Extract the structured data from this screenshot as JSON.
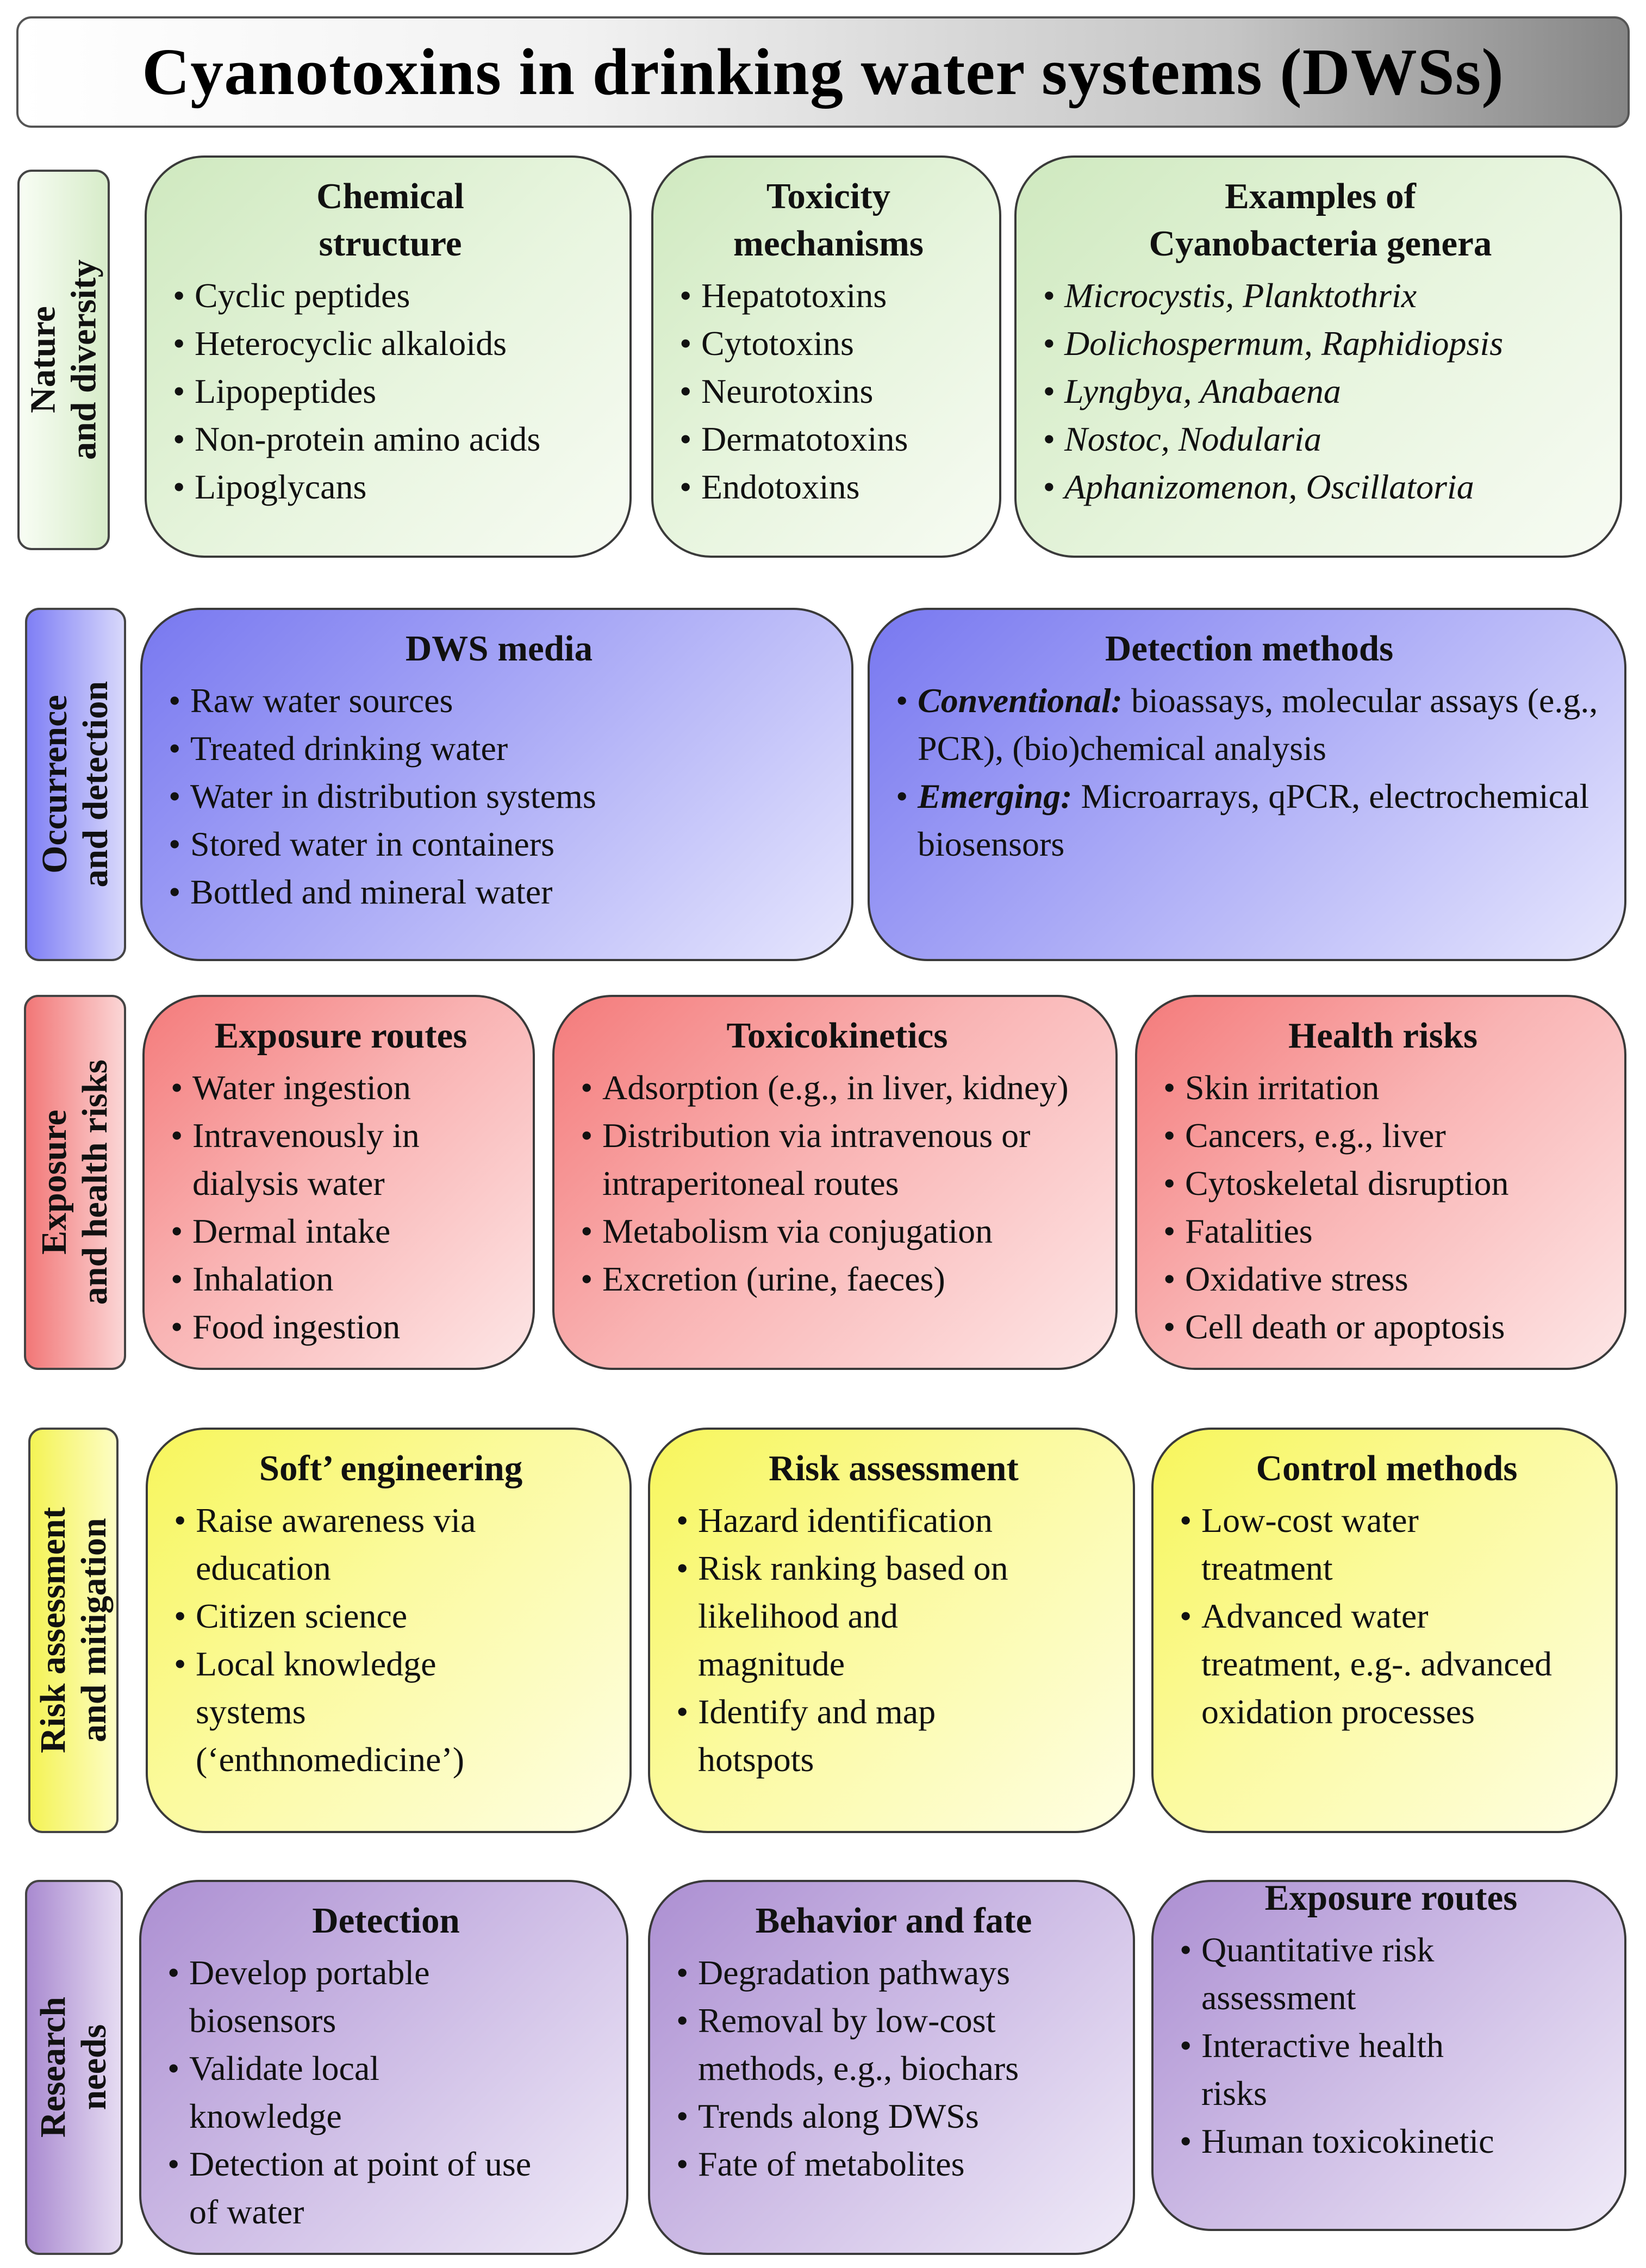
{
  "title": "Cyanotoxins in drinking water systems (DWSs)",
  "rows": [
    {
      "side": [
        "Nature",
        "and diversity"
      ],
      "boxes": [
        {
          "title": [
            "Chemical",
            "structure"
          ],
          "items": [
            "Cyclic peptides",
            "Heterocyclic alkaloids",
            "Lipopeptides",
            "Non-protein amino  acids",
            "Lipoglycans"
          ]
        },
        {
          "title": [
            "Toxicity",
            "mechanisms"
          ],
          "items": [
            "Hepatotoxins",
            "Cytotoxins",
            "Neurotoxins",
            "Dermatotoxins",
            "Endotoxins"
          ]
        },
        {
          "title": [
            "Examples of",
            "Cyanobacteria genera"
          ],
          "items": [
            "Microcystis, Planktothrix",
            "Dolichospermum, Raphidiopsis",
            "Lyngbya, Anabaena",
            "Nostoc,  Nodularia",
            "Aphanizomenon, Oscillatoria"
          ]
        }
      ]
    },
    {
      "side": [
        "Occurrence",
        "and detection"
      ],
      "boxes": [
        {
          "title": [
            "DWS media"
          ],
          "items": [
            "Raw water sources",
            "Treated drinking  water",
            "Water in distribution systems",
            "Stored water in  containers",
            "Bottled and mineral  water"
          ]
        },
        {
          "title": [
            "Detection methods"
          ],
          "items": [
            {
              "lead": "Conventional:",
              "text": " bioassays, molecular assays (e.g., PCR), (bio)chemical analysis"
            },
            {
              "lead": "Emerging:",
              "text": " Microarrays, qPCR, electrochemical  biosensors"
            }
          ]
        }
      ]
    },
    {
      "side": [
        "Exposure",
        "and health risks"
      ],
      "boxes": [
        {
          "title": [
            "Exposure routes"
          ],
          "items": [
            "Water ingestion",
            "Intravenously in dialysis water",
            "Dermal intake",
            "Inhalation",
            "Food ingestion"
          ]
        },
        {
          "title": [
            "Toxicokinetics"
          ],
          "items": [
            "Adsorption (e.g., in liver, kidney)",
            "Distribution via intravenous or intraperitoneal  routes",
            "Metabolism via conjugation",
            "Excretion (urine,  faeces)"
          ]
        },
        {
          "title": [
            "Health risks"
          ],
          "items": [
            "Skin irritation",
            "Cancers, e.g., liver",
            "Cytoskeletal disruption",
            "Fatalities",
            "Oxidative  stress",
            "Cell death or apoptosis"
          ]
        }
      ]
    },
    {
      "side": [
        "Risk assessment",
        "and  mitigation"
      ],
      "boxes": [
        {
          "title": [
            "Soft’ engineering"
          ],
          "items": [
            "Raise awareness via education",
            "Citizen  science",
            "Local knowledge systems (‘enthnomedicine’)"
          ]
        },
        {
          "title": [
            "Risk assessment"
          ],
          "items": [
            "Hazard identification",
            "Risk ranking   based on likelihood  and magnitude",
            "Identify  and map hotspots"
          ]
        },
        {
          "title": [
            "Control methods"
          ],
          "items": [
            "Low-cost water treatment",
            "Advanced water treatment, e.g-. advanced oxidation processes"
          ]
        }
      ]
    },
    {
      "side": [
        "Research",
        "needs"
      ],
      "boxes": [
        {
          "title": [
            "Detection"
          ],
          "items": [
            "Develop portable biosensors",
            "Validate  local knowledge",
            "Detection at point of use of water"
          ]
        },
        {
          "title": [
            "Behavior and fate"
          ],
          "items": [
            "Degradation pathways",
            "Removal by low-cost methods, e.g., biochars",
            "Trends along DWSs",
            "Fate of metabolites"
          ]
        },
        {
          "title": [
            "Exposure routes"
          ],
          "items": [
            "Quantitative risk assessment",
            "Interactive health risks",
            "Human toxicokinetic"
          ]
        }
      ]
    }
  ]
}
